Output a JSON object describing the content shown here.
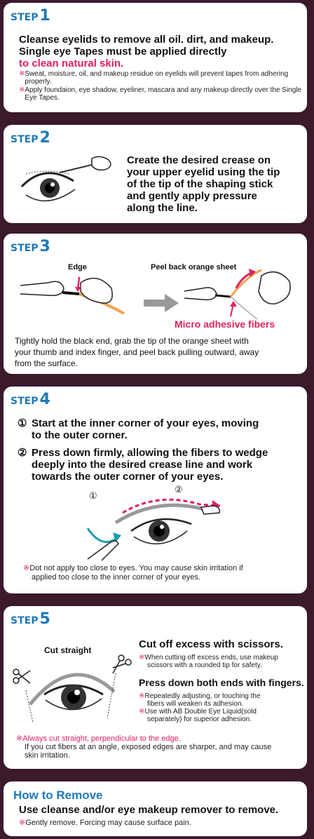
{
  "step1": {
    "word": "STEP",
    "num": "1",
    "main": [
      "Cleanse eyelids to remove all oil. dirt, and makeup.",
      "Single eye Tapes must be applied directly"
    ],
    "emph": "to clean natural skin.",
    "notes": [
      "Sweat, moisture, oil, and makeup residue on eyelids will prevent tapes from adhering properly.",
      "Apply foundaion, eye shadow, eyeliner, mascara and any makeup directly over the Single Eye Tapes."
    ]
  },
  "step2": {
    "word": "STEP",
    "num": "2",
    "text": [
      "Create the desired crease on",
      "your upper eyelid using the tip",
      "of the tip of the shaping stick",
      "and gently apply pressure",
      "along the line."
    ]
  },
  "step3": {
    "word": "STEP",
    "num": "3",
    "labels": {
      "edge": "Edge",
      "peel": "Peel back orange sheet",
      "fibers": "Micro adhesive fibers"
    },
    "text": [
      "Tightly hold the black end, grab the tip of the orange sheet with",
      "your thumb and index finger, and peel back pulling outward, away",
      "from the surface."
    ]
  },
  "step4": {
    "word": "STEP",
    "num": "4",
    "items": [
      {
        "mark": "①",
        "lines": [
          "Start at the inner corner of your eyes, moving",
          "to the outer corner."
        ]
      },
      {
        "mark": "②",
        "lines": [
          "Press down firmly, allowing the fibers to wedge",
          "deeply into the desired crease line and work",
          "towards the outer corner of your eyes."
        ]
      }
    ],
    "diagram_marks": [
      "①",
      "②"
    ],
    "note": [
      "Dot not apply too close to eyes. You may cause skin irritation if",
      "applied too close to the inner corner of your eyes."
    ]
  },
  "step5": {
    "word": "STEP",
    "num": "5",
    "cut_label": "Cut straight",
    "head1": "Cut off excess with scissors.",
    "note1": [
      "When cutting off excess ends, use makeup",
      "scissors with a rounded tip for safety."
    ],
    "head2": "Press down both ends with fingers.",
    "note2a": [
      "Repeatedly adjusting, or touching the",
      "fibers will weaken its adhesion."
    ],
    "note2b": [
      "Use with AB Double Eye Liquid(sold",
      "separately) for superior adhesion."
    ],
    "warn": "※Always cut straight, perpendicular to the edge.",
    "warn_sub": [
      "If you cut fibers at an angle, exposed edges are sharper, and may cause",
      "skin irritation."
    ]
  },
  "remove": {
    "title": "How to Remove",
    "text": "Use cleanse and/or eye makeup remover to remove.",
    "note": "Gently remove. Forcing may cause surface pain."
  },
  "colors": {
    "step_blue": "#1e79b8",
    "accent_red": "#e0205a",
    "orange": "#f0a050",
    "background": "#3a1a2b"
  }
}
